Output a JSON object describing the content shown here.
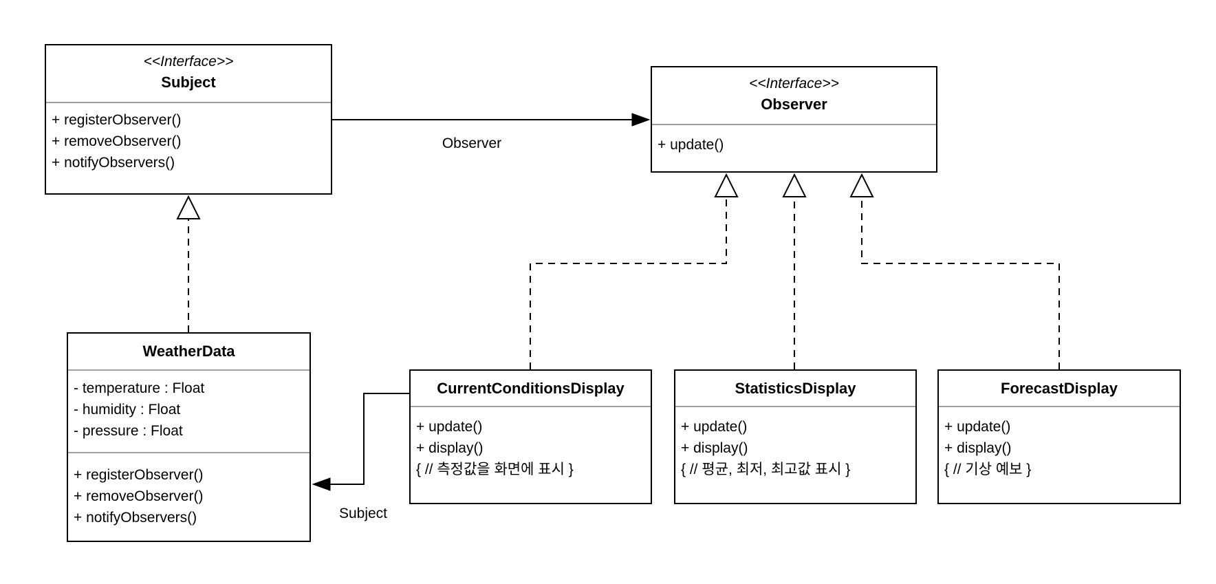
{
  "diagram": {
    "background_color": "#ffffff",
    "stroke_color": "#000000",
    "divider_color": "#a0a0a0",
    "classes": {
      "subject": {
        "stereotype": "<<Interface>>",
        "name": "Subject",
        "methods": [
          "+ registerObserver()",
          "+ removeObserver()",
          "+ notifyObservers()"
        ]
      },
      "observer": {
        "stereotype": "<<Interface>>",
        "name": "Observer",
        "methods": [
          "+ update()"
        ]
      },
      "weather_data": {
        "name": "WeatherData",
        "attributes": [
          "- temperature : Float",
          "- humidity : Float",
          "- pressure : Float"
        ],
        "methods": [
          "+ registerObserver()",
          "+ removeObserver()",
          "+ notifyObservers()"
        ]
      },
      "current_conditions_display": {
        "name": "CurrentConditionsDisplay",
        "methods": [
          "+ update()",
          "+ display()",
          "{ // 측정값을 화면에 표시 }"
        ]
      },
      "statistics_display": {
        "name": "StatisticsDisplay",
        "methods": [
          "+ update()",
          "+ display()",
          "{ // 평균, 최저, 최고값 표시 }"
        ]
      },
      "forecast_display": {
        "name": "ForecastDisplay",
        "methods": [
          "+ update()",
          "+ display()",
          "{ // 기상 예보 }"
        ]
      }
    },
    "edges": {
      "subject_to_observer": {
        "label": "Observer",
        "type": "directed association (solid arrow)"
      },
      "currentconditions_to_weatherdata": {
        "label": "Subject",
        "type": "directed association (solid arrow)"
      },
      "weatherdata_realizes_subject": {
        "type": "realization (dashed, hollow triangle)"
      },
      "currentconditions_realizes_observer": {
        "type": "realization (dashed, hollow triangle)"
      },
      "statistics_realizes_observer": {
        "type": "realization (dashed, hollow triangle)"
      },
      "forecast_realizes_observer": {
        "type": "realization (dashed, hollow triangle)"
      }
    }
  }
}
